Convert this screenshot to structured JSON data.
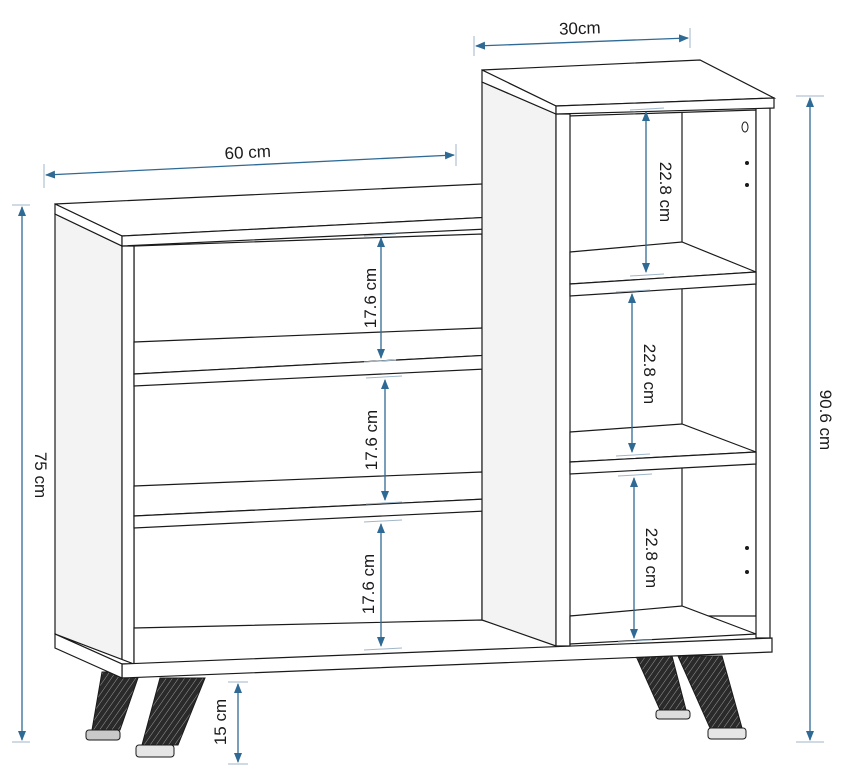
{
  "dimensions": {
    "left_width": "60 cm",
    "right_width": "30cm",
    "left_height": "75 cm",
    "total_height": "90.6 cm",
    "leg_height": "15 cm",
    "left_shelf_1": "17.6 cm",
    "left_shelf_2": "17.6 cm",
    "left_shelf_3": "17.6 cm",
    "right_shelf_1": "22.8 cm",
    "right_shelf_2": "22.8 cm",
    "right_shelf_3": "22.8 cm"
  },
  "colors": {
    "dimension_line": "#2f6a95",
    "outline": "#1a1a1a"
  }
}
